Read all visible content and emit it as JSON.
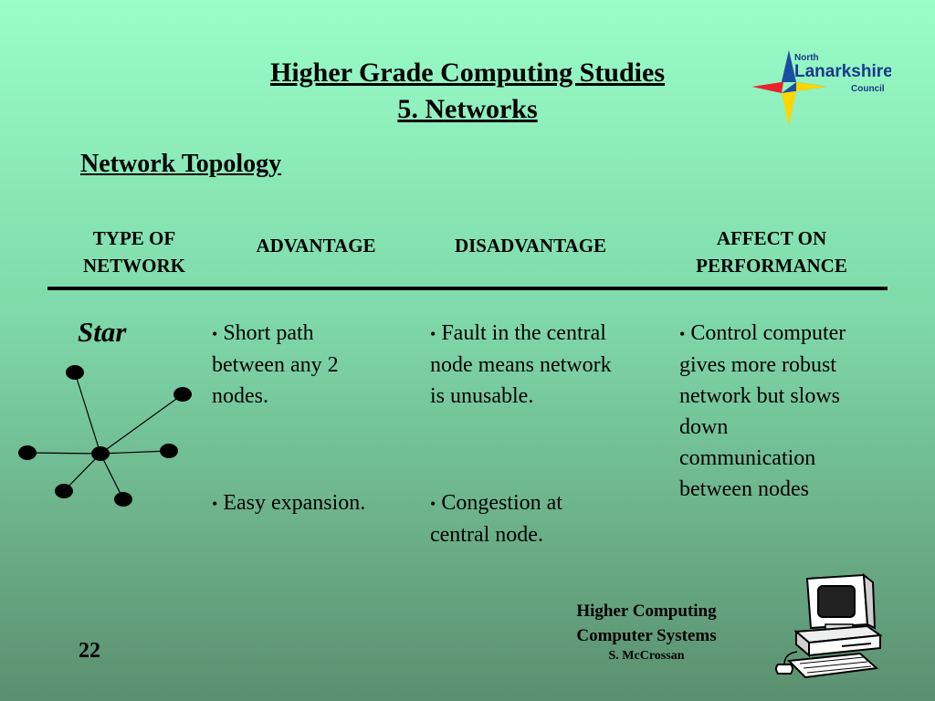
{
  "header": {
    "title_line1": "Higher Grade Computing Studies",
    "title_line2": "5. Networks",
    "section_heading": "Network Topology"
  },
  "logo": {
    "line1": "North",
    "line2": "Lanarkshire",
    "line3": "Council",
    "icon": "star-compass-logo"
  },
  "table": {
    "headers": [
      [
        "TYPE OF",
        "NETWORK"
      ],
      [
        "ADVANTAGE"
      ],
      [
        "DISADVANTAGE"
      ],
      [
        "AFFECT ON",
        "PERFORMANCE"
      ]
    ],
    "rows": [
      {
        "type": "Star",
        "advantages": [
          "Short path between any 2 nodes.",
          "Easy expansion."
        ],
        "disadvantages": [
          "Fault in the central node means network is unusable.",
          "Congestion at central node."
        ],
        "performance": [
          "Control computer gives more robust network but slows down communication between nodes"
        ]
      }
    ]
  },
  "footer": {
    "line1": "Higher Computing",
    "line2": "Computer Systems",
    "author": "S. McCrossan",
    "page_number": "22"
  },
  "colors": {
    "background_top": "#99fdc9",
    "background_bottom": "#5b8f6f",
    "logo_red": "#e8242c",
    "logo_yellow": "#ffd500",
    "logo_blue": "#1a4fa0"
  }
}
